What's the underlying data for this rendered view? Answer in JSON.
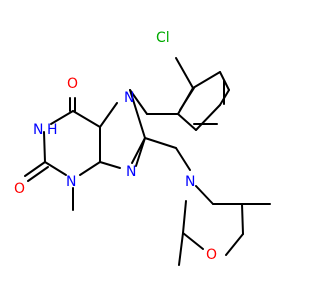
{
  "atoms": {
    "cl": "Cl",
    "o_top": "O",
    "o_left": "O",
    "o_ring": "O",
    "nh": "N",
    "h": "H",
    "n3": "N",
    "n7": "N",
    "n9": "N",
    "n_morph": "N"
  },
  "colors": {
    "bond": "#000000",
    "nitrogen": "#0000ff",
    "oxygen": "#ff0000",
    "chlorine": "#00aa00"
  }
}
